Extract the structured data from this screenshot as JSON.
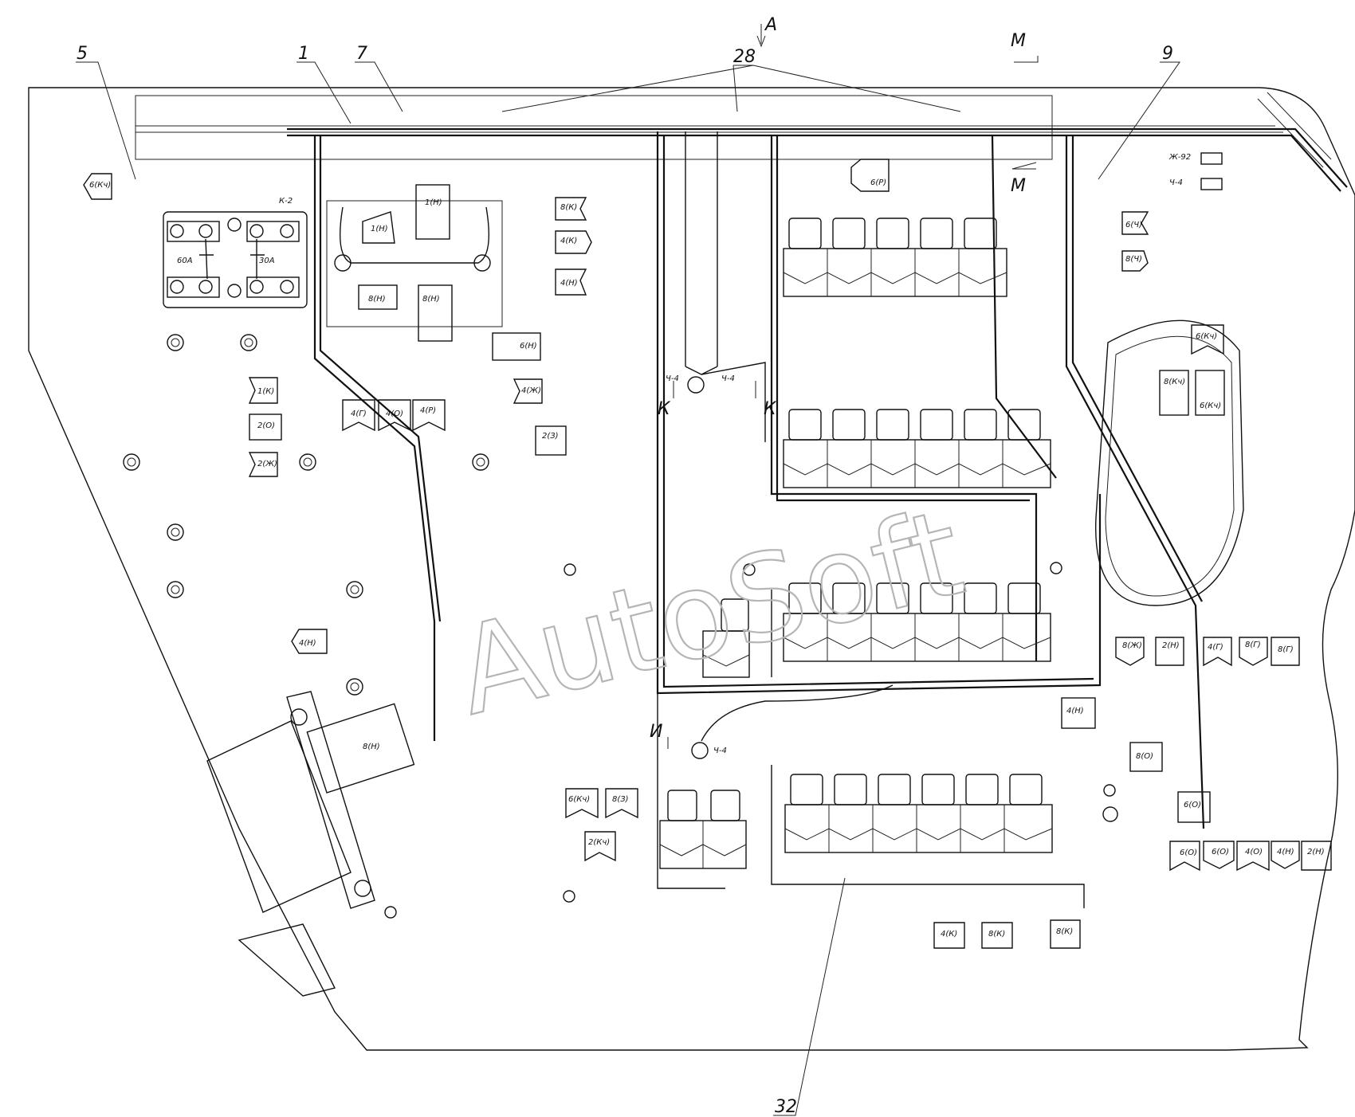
{
  "watermark": "AutoSoft",
  "callouts": [
    "5",
    "1",
    "7",
    "28",
    "9",
    "32"
  ],
  "section_marks": [
    "A",
    "M",
    "M",
    "К",
    "К",
    "И"
  ],
  "fuses": [
    "60A",
    "30A"
  ],
  "connectors": [
    "6(Кч)",
    "1(Н)",
    "1(Н)",
    "8(Н)",
    "8(Н)",
    "6(Н)",
    "8(К)",
    "4(К)",
    "4(Н)",
    "1(К)",
    "2(О)",
    "2(Ж)",
    "4(Г)",
    "4(О)",
    "4(Р)",
    "4(Ж)",
    "2(З)",
    "4(Н)",
    "8(Н)",
    "6(Р)",
    "6(Ч)",
    "8(Ч)",
    "6(Кч)",
    "8(Кч)",
    "6(Кч)",
    "8(Ж)",
    "2(Н)",
    "4(Г)",
    "8(Г)",
    "8(Г)",
    "4(Н)",
    "8(О)",
    "6(О)",
    "6(О)",
    "6(О)",
    "4(О)",
    "4(Н)",
    "2(Н)",
    "6(Кч)",
    "8(З)",
    "2(Кч)",
    "4(К)",
    "8(К)",
    "8(К)"
  ],
  "wire_marks": [
    "К-2",
    "Ч-4",
    "Ч-4",
    "Ч-4",
    "Ж-92",
    "Ч-4"
  ]
}
